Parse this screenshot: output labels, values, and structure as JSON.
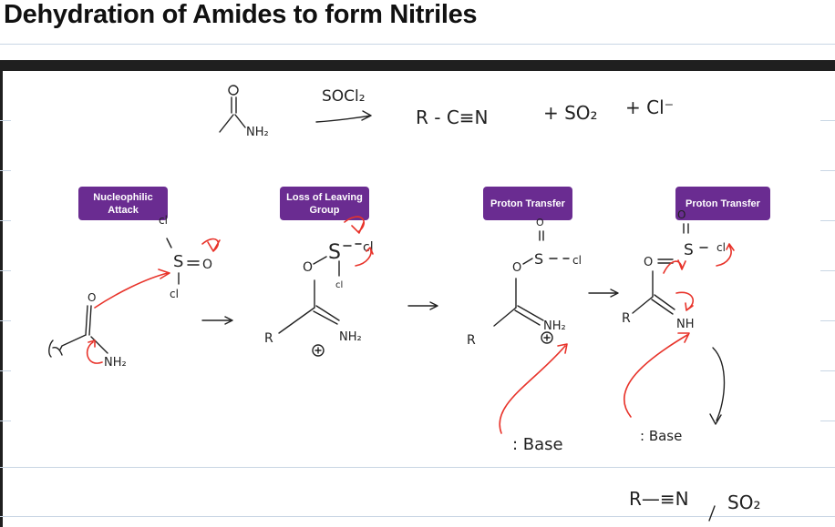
{
  "title": "Dehydration of Amides to form Nitriles",
  "badges": {
    "nucleophilic_attack": "Nucleophilic Attack",
    "loss_of_leaving_group": "Loss of Leaving Group",
    "proton_transfer_1": "Proton Transfer",
    "proton_transfer_2": "Proton Transfer"
  },
  "handwriting": {
    "reagent": "SOCl₂",
    "product_nitrile": "R - C≡N",
    "plus_so2": "+ SO₂",
    "plus_cl": "+ Cl⁻",
    "nh2_top": "NH₂",
    "base_1": ": Base",
    "base_2": ": Base",
    "final_nitrile": "R—≡N",
    "final_so2": "SO₂"
  },
  "colors": {
    "badge": "#6a2c91",
    "ink": "#222222",
    "arrow_red": "#e8332a",
    "rule": "#c9d6e4"
  }
}
